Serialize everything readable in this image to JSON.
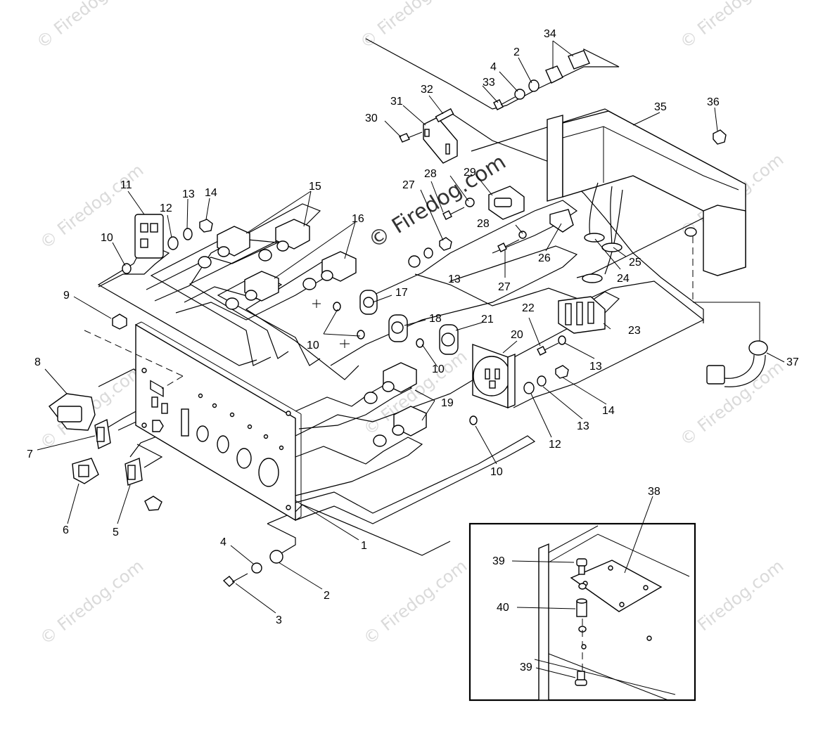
{
  "watermark": {
    "text": "© Firedog.com",
    "center_text": "© Firedog.com"
  },
  "callouts": {
    "c1": "1",
    "c2a": "2",
    "c2b": "2",
    "c3": "3",
    "c4a": "4",
    "c4b": "4",
    "c5": "5",
    "c6": "6",
    "c7": "7",
    "c8": "8",
    "c9": "9",
    "c10a": "10",
    "c10b": "10",
    "c10c": "10",
    "c10d": "10",
    "c11": "11",
    "c12a": "12",
    "c12b": "12",
    "c13a": "13",
    "c13b": "13",
    "c13c": "13",
    "c13d": "13",
    "c14a": "14",
    "c14b": "14",
    "c15": "15",
    "c16": "16",
    "c17": "17",
    "c18": "18",
    "c19": "19",
    "c20": "20",
    "c21": "21",
    "c22": "22",
    "c23": "23",
    "c24": "24",
    "c25": "25",
    "c26": "26",
    "c27a": "27",
    "c27b": "27",
    "c28a": "28",
    "c28b": "28",
    "c29": "29",
    "c30": "30",
    "c31": "31",
    "c32": "32",
    "c33": "33",
    "c34": "34",
    "c35": "35",
    "c36": "36",
    "c37": "37",
    "c38": "38",
    "c39a": "39",
    "c39b": "39",
    "c40": "40"
  }
}
